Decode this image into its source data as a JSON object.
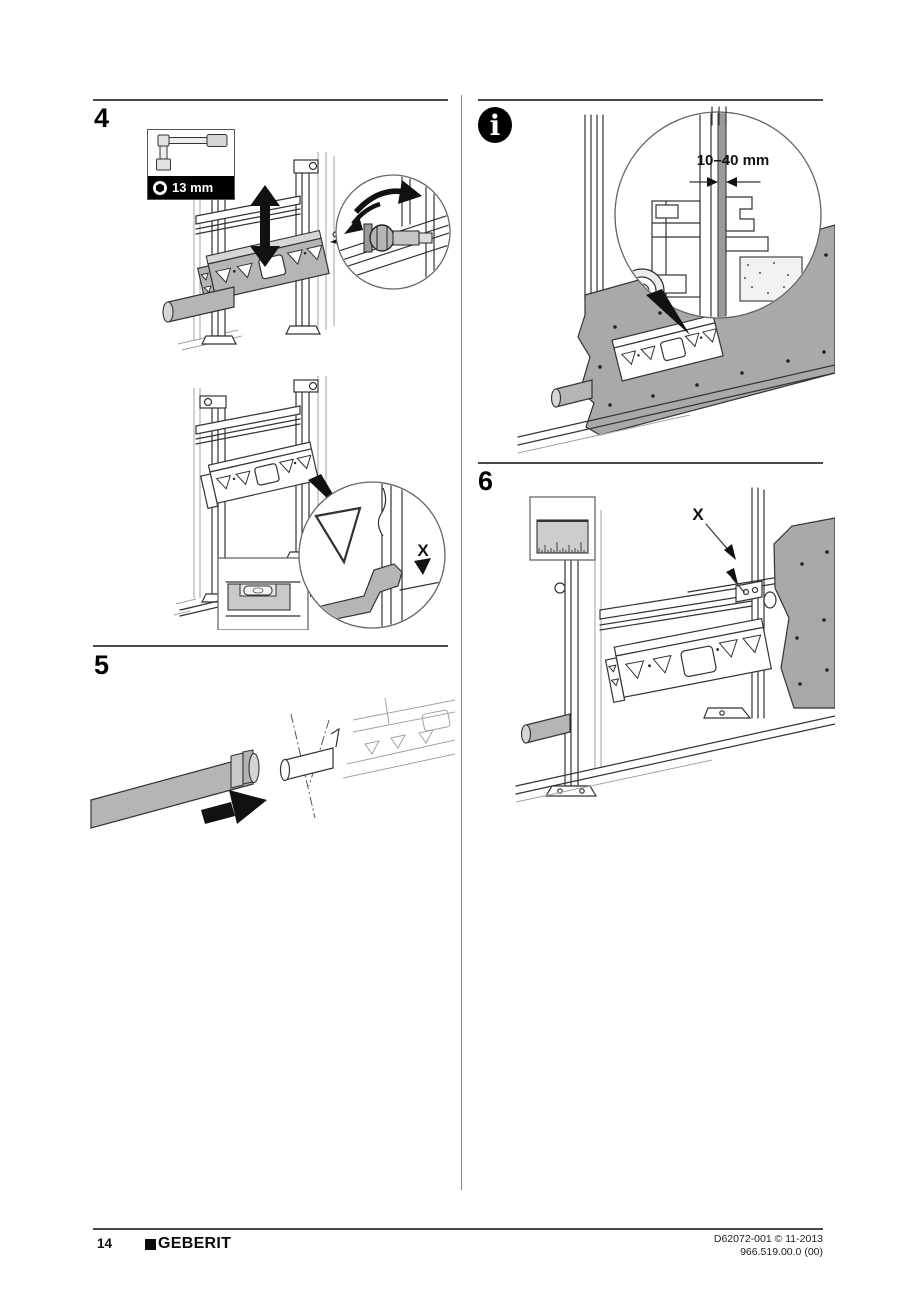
{
  "page": {
    "number": "14",
    "brand": "GEBERIT",
    "ref_line1": "D62072-001 © 11-2013",
    "ref_line2": "966.519.00.0 (00)"
  },
  "sections": {
    "step4": {
      "label": "4",
      "tool_badge": "13 mm",
      "detail_dim": "X"
    },
    "step5": {
      "label": "5"
    },
    "info": {
      "icon_glyph": "i",
      "gap_dim": "10–40 mm"
    },
    "step6": {
      "label": "6",
      "dim": "X"
    }
  },
  "icons": {
    "info": "info-icon",
    "socket_wrench": "socket-wrench-icon",
    "hex_socket": "hex-socket-icon",
    "ruler": "ruler-icon",
    "spirit_level": "spirit-level-icon",
    "up_down_arrow": "up-down-arrow-icon",
    "rotate_arrows": "rotate-arrows-icon",
    "insert_arrow": "insert-arrow-icon"
  },
  "colors": {
    "line_dark": "#333333",
    "line_light": "#a3a3a3",
    "panel_gray": "#a9a9a9",
    "box_gray": "#b5b5b5",
    "badge_bg": "#000000",
    "badge_text": "#ffffff",
    "divider": "#8a8a8a"
  }
}
